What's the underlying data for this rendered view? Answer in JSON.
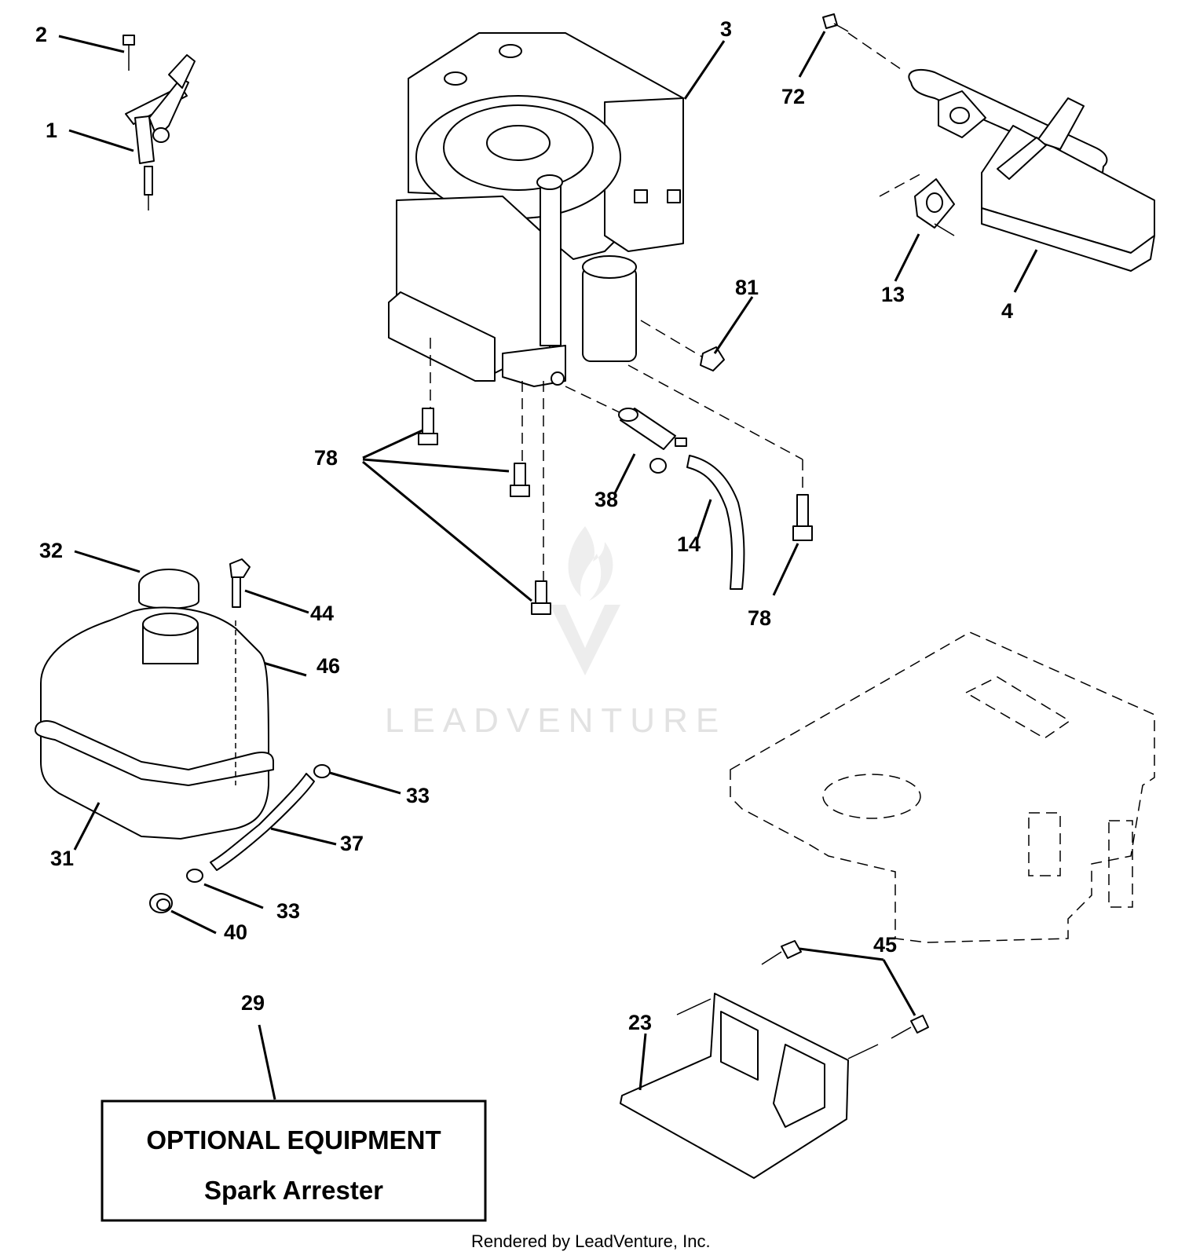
{
  "watermark": {
    "text": "LEADVENTURE"
  },
  "optional_box": {
    "title": "OPTIONAL EQUIPMENT",
    "subtitle": "Spark Arrester"
  },
  "footer": "Rendered by LeadVenture, Inc.",
  "callouts": [
    {
      "id": "c2",
      "text": "2"
    },
    {
      "id": "c1",
      "text": "1"
    },
    {
      "id": "c3",
      "text": "3"
    },
    {
      "id": "c72",
      "text": "72"
    },
    {
      "id": "c13",
      "text": "13"
    },
    {
      "id": "c4",
      "text": "4"
    },
    {
      "id": "c81",
      "text": "81"
    },
    {
      "id": "c78a",
      "text": "78"
    },
    {
      "id": "c38",
      "text": "38"
    },
    {
      "id": "c14",
      "text": "14"
    },
    {
      "id": "c78b",
      "text": "78"
    },
    {
      "id": "c32",
      "text": "32"
    },
    {
      "id": "c44",
      "text": "44"
    },
    {
      "id": "c46",
      "text": "46"
    },
    {
      "id": "c33a",
      "text": "33"
    },
    {
      "id": "c37",
      "text": "37"
    },
    {
      "id": "c31",
      "text": "31"
    },
    {
      "id": "c33b",
      "text": "33"
    },
    {
      "id": "c40",
      "text": "40"
    },
    {
      "id": "c45",
      "text": "45"
    },
    {
      "id": "c23",
      "text": "23"
    },
    {
      "id": "c29",
      "text": "29"
    }
  ]
}
